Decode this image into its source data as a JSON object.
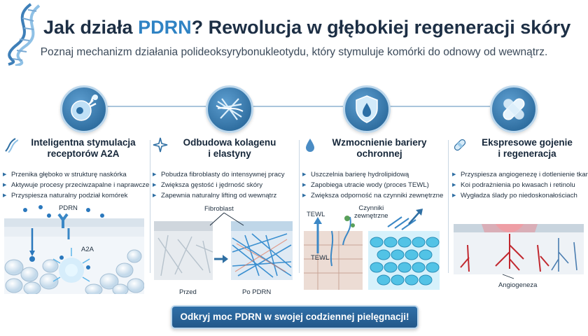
{
  "header": {
    "title_pre": "Jak działa ",
    "title_accent": "PDRN",
    "title_post": "? Rewolucja w głębokiej regeneracji skóry",
    "subtitle": "Poznaj mechanizm działania polideoksyrybonukleotydu, który stymuluje komórki do odnowy od wewnątrz."
  },
  "columns": [
    {
      "title_line1": "Inteligentna stymulacja",
      "title_line2": "receptorów A2A",
      "bullets": [
        "Przenika głęboko w strukturę naskórka",
        "Aktywuje procesy przeciwzapalne i naprawcze",
        "Przyspiesza naturalny podział komórek"
      ],
      "labels": {
        "pdrn": "PDRN",
        "a2a": "A2A"
      }
    },
    {
      "title_line1": "Odbudowa kolagenu",
      "title_line2": "i elastyny",
      "bullets": [
        "Pobudza fibroblasty do intensywnej pracy",
        "Zwiększa gęstość i jędrność skóry",
        "Zapewnia naturalny lifting od wewnątrz"
      ],
      "labels": {
        "fibroblast": "Fibroblast",
        "before": "Przed",
        "after": "Po PDRN"
      }
    },
    {
      "title_line1": "Wzmocnienie bariery",
      "title_line2": "ochronnej",
      "bullets": [
        "Uszczelnia barierę hydrolipidową",
        "Zapobiega utracie wody (proces TEWL)",
        "Zwiększa odporność na czynniki zewnętrzne"
      ],
      "labels": {
        "tewl_top": "TEWL",
        "tewl_bottom": "TEWL",
        "factors_line1": "Czynniki",
        "factors_line2": "zewnętrzne"
      }
    },
    {
      "title_line1": "Ekspresowe gojenie",
      "title_line2": "i regeneracja",
      "bullets": [
        "Przyspiesza angiogenezę i dotlenienie tkanek",
        "Koi podrażnienia po kwasach i retinolu",
        "Wygładza ślady po niedoskonałościach"
      ],
      "labels": {
        "angio": "Angiogeneza"
      }
    }
  ],
  "cta": {
    "label": "Odkryj moc PDRN w swojej codziennej pielęgnacji!"
  },
  "icons": {
    "logo": "dna-helix-icon",
    "col1_badge": "cell-receptor-icon",
    "col1_small": "dna-icon",
    "col2_badge": "collagen-fibers-icon",
    "col2_small": "sparkle-icon",
    "col3_badge": "shield-drop-icon",
    "col3_small": "water-drop-icon",
    "col4_badge": "bandage-icon",
    "col4_small": "bandage-small-icon"
  },
  "colors": {
    "title": "#1d2f45",
    "accent": "#2f83c4",
    "badge": "#2a6ea5",
    "cta": "#2a6399"
  }
}
